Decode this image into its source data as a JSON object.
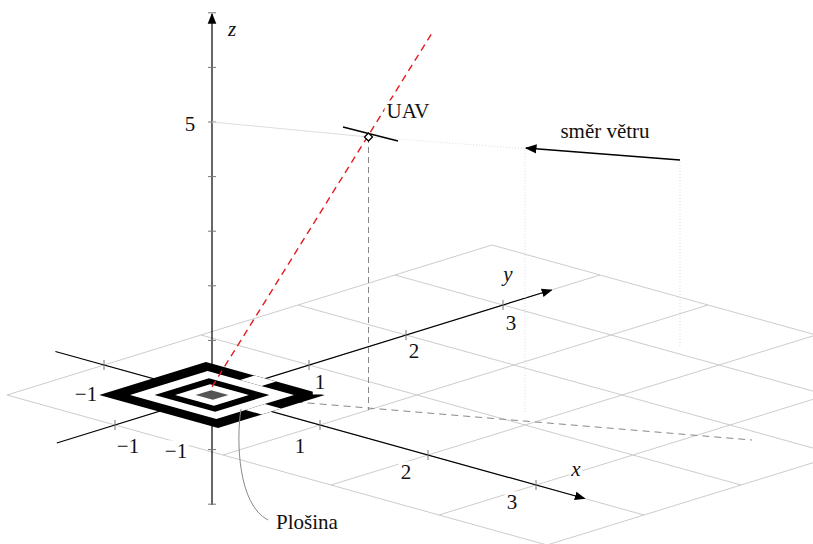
{
  "diagram": {
    "labels": [
      "z",
      "5",
      "UAV",
      "směr větru",
      "y",
      "3",
      "2",
      "1",
      "−1",
      "1",
      "2",
      "3",
      "x",
      "−1",
      "−1",
      "Plošina"
    ]
  }
}
